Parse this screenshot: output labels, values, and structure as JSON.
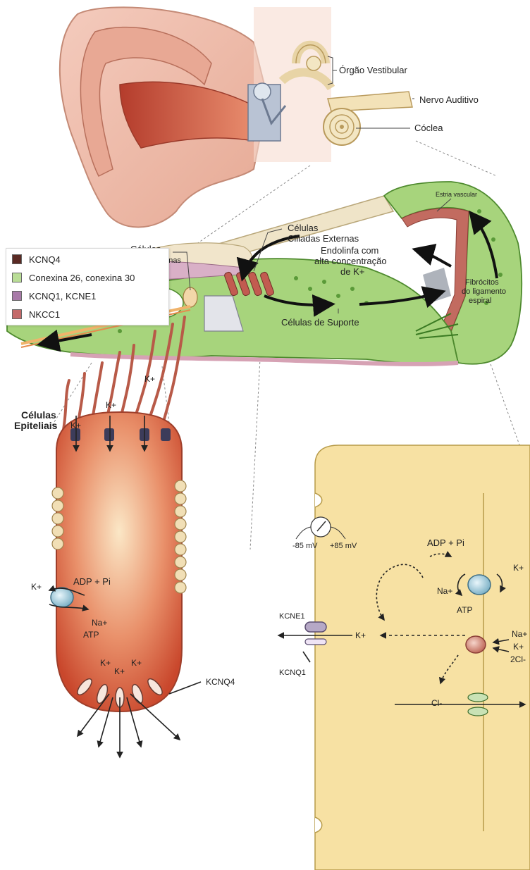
{
  "ear_labels": {
    "vestibular": "Órgão Vestibular",
    "auditory_nerve": "Nervo Auditivo",
    "cochlea": "Cóclea"
  },
  "legend": [
    {
      "label": "KCNQ4",
      "color": "#5a2a24"
    },
    {
      "label": "Conexina 26, conexina 30",
      "color": "#b9dd96"
    },
    {
      "label": "KCNQ1, KCNE1",
      "color": "#a87aa8"
    },
    {
      "label": "NKCC1",
      "color": "#c46a6a"
    }
  ],
  "cochlea_labels": {
    "stria": "Estria vascular",
    "endolymph_line1": "Endolinfa com",
    "endolymph_line2": "alta concentração",
    "endolymph_line3": "de K+",
    "outer_hair_line1": "Células",
    "outer_hair_line2": "Ciliadas Externas",
    "inner_hair_line1": "Células",
    "inner_hair_line2": "Ciliadas Internas",
    "fibrocytes_line1": "Fibrócitos",
    "fibrocytes_line2": "do ligamento",
    "fibrocytes_line3": "espiral",
    "support": "Células de Suporte"
  },
  "epithelial_cell": {
    "title_line1": "Células",
    "title_line2": "Epiteliais",
    "k_top_left": "K+",
    "k_top_mid": "K+",
    "k_top_right": "K+",
    "adp": "ADP + Pi",
    "k_pump": "K+",
    "na": "Na+",
    "atp": "ATP",
    "k_b1": "K+",
    "k_b2": "K+",
    "k_b3": "K+",
    "kcnq4": "KCNQ4"
  },
  "stria_cell": {
    "volt_neg": "-85 mV",
    "volt_pos": "+85 mV",
    "adp": "ADP + Pi",
    "k_top": "K+",
    "na": "Na+",
    "atp": "ATP",
    "kcne1": "KCNE1",
    "kcnq1": "KCNQ1",
    "k_mid": "K+",
    "na_right": "Na+",
    "k_right": "K+",
    "cl2": "2Cl-",
    "cl": "Cl-"
  },
  "colors": {
    "tissue_green": "#a7d47c",
    "tissue_edge": "#4e8a2e",
    "membrane_tan": "#efe4c8",
    "stria_red": "#c26b60",
    "skin": "#f0c7b8",
    "cell_red": "#d4623f",
    "cell_yellow": "#f7e1a3"
  }
}
